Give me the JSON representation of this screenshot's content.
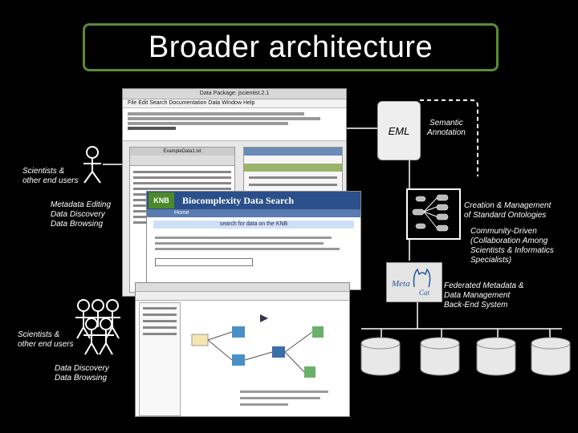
{
  "title": "Broader architecture",
  "labels": {
    "users_top": "Scientists &\nother end users",
    "editing": "Metadata Editing\nData Discovery\nData Browsing",
    "users_bottom": "Scientists &\nother end users",
    "discovery": "Data Discovery\nData Browsing",
    "eml": "EML",
    "semantic": "Semantic\nAnnotation",
    "ontologies": "Creation & Management\nof Standard Ontologies",
    "community": "Community-Driven\n(Collaboration Among\nScientists & Informatics\nSpecialists)",
    "federated": "Federated Metadata &\nData Management\nBack-End System",
    "metacat_1": "Meta",
    "metacat_2": "Cat"
  },
  "morpho": {
    "window_title": "Data Package: jscientist.2.1",
    "menu": "File  Edit  Search  Documentation  Data  Window  Help",
    "table_title": "ExampleData1.txt"
  },
  "knb": {
    "header": "Biocomplexity Data Search",
    "home": "Home",
    "subtitle": "search for data on the KNB",
    "logo": "KNB"
  },
  "colors": {
    "title_border": "#5a8a3a",
    "knb_blue": "#2a4f8a",
    "knb_green": "#4b8a2a"
  }
}
